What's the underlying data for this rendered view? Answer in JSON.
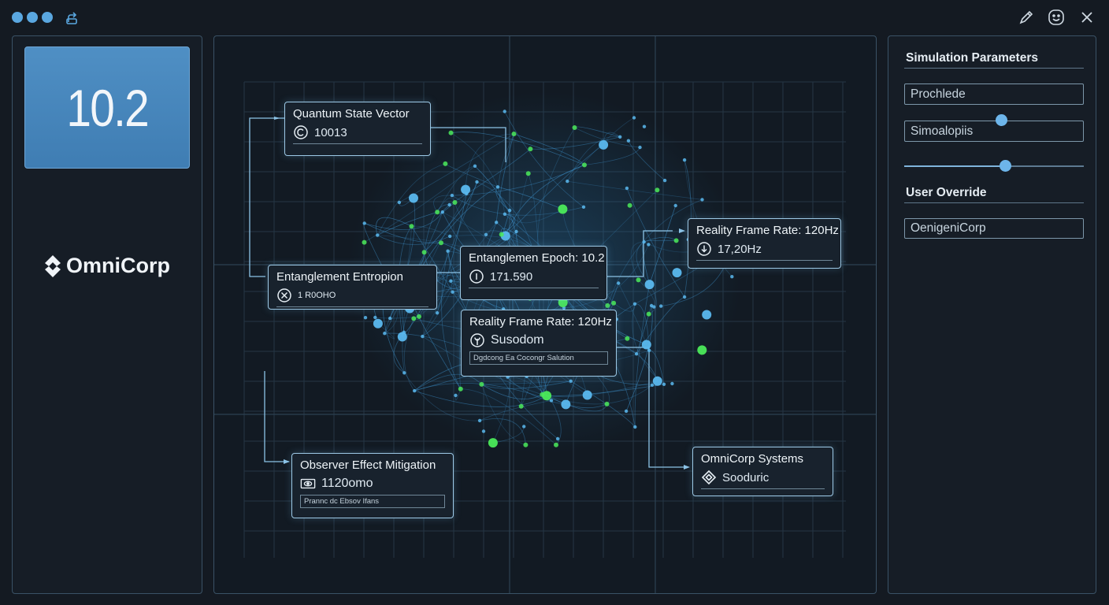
{
  "window": {
    "controls": [
      "window-dot",
      "window-dot",
      "window-dot"
    ],
    "toolbar_icons": [
      "share-icon",
      "edit-icon",
      "smiley-icon",
      "close-icon"
    ]
  },
  "left_panel": {
    "metric_value": "10.2",
    "brand": "OmniCorp"
  },
  "cards": {
    "quantum": {
      "title": "Quantum State Vector",
      "value": "10013",
      "icon": "copyright-circle-icon"
    },
    "entropy": {
      "title": "Entanglement Entropion",
      "value": "1 R0OHO",
      "icon": "x-circle-icon"
    },
    "epoch": {
      "title": "Entanglemen Epoch: 10.2",
      "value": "171.590",
      "icon": "info-circle-icon"
    },
    "frame_top": {
      "title": "Reality Frame Rate: 120Hz",
      "value": "17,20Hz",
      "icon": "download-circle-icon"
    },
    "frame_mid": {
      "title": "Reality Frame Rate: 120Hz",
      "value": "Susodom",
      "sub": "Dgdcong Ea Cocongr Salution",
      "icon": "tree-circle-icon"
    },
    "observer": {
      "title": "Observer Effect Mitigation",
      "value": "1120omo",
      "sub": "Prannc dc Ebsov Ifans",
      "icon": "eye-box-icon"
    },
    "systems": {
      "title": "OmniCorp Systems",
      "value": "Sooduric",
      "icon": "diamond-icon"
    }
  },
  "right_panel": {
    "sim_heading": "Simulation Parameters",
    "field1_value": "Prochlede",
    "field2_value": "Simoalopiis",
    "slider1_level": 0.54,
    "slider2_level": 0.56,
    "override_heading": "User Override",
    "override_value": "OenigeniCorp"
  },
  "colors": {
    "background": "#141a22",
    "accent_blue": "#5aa7e0",
    "node_green": "#4bea5a",
    "tile": "#4a8bc1",
    "border": "#3a5266"
  }
}
